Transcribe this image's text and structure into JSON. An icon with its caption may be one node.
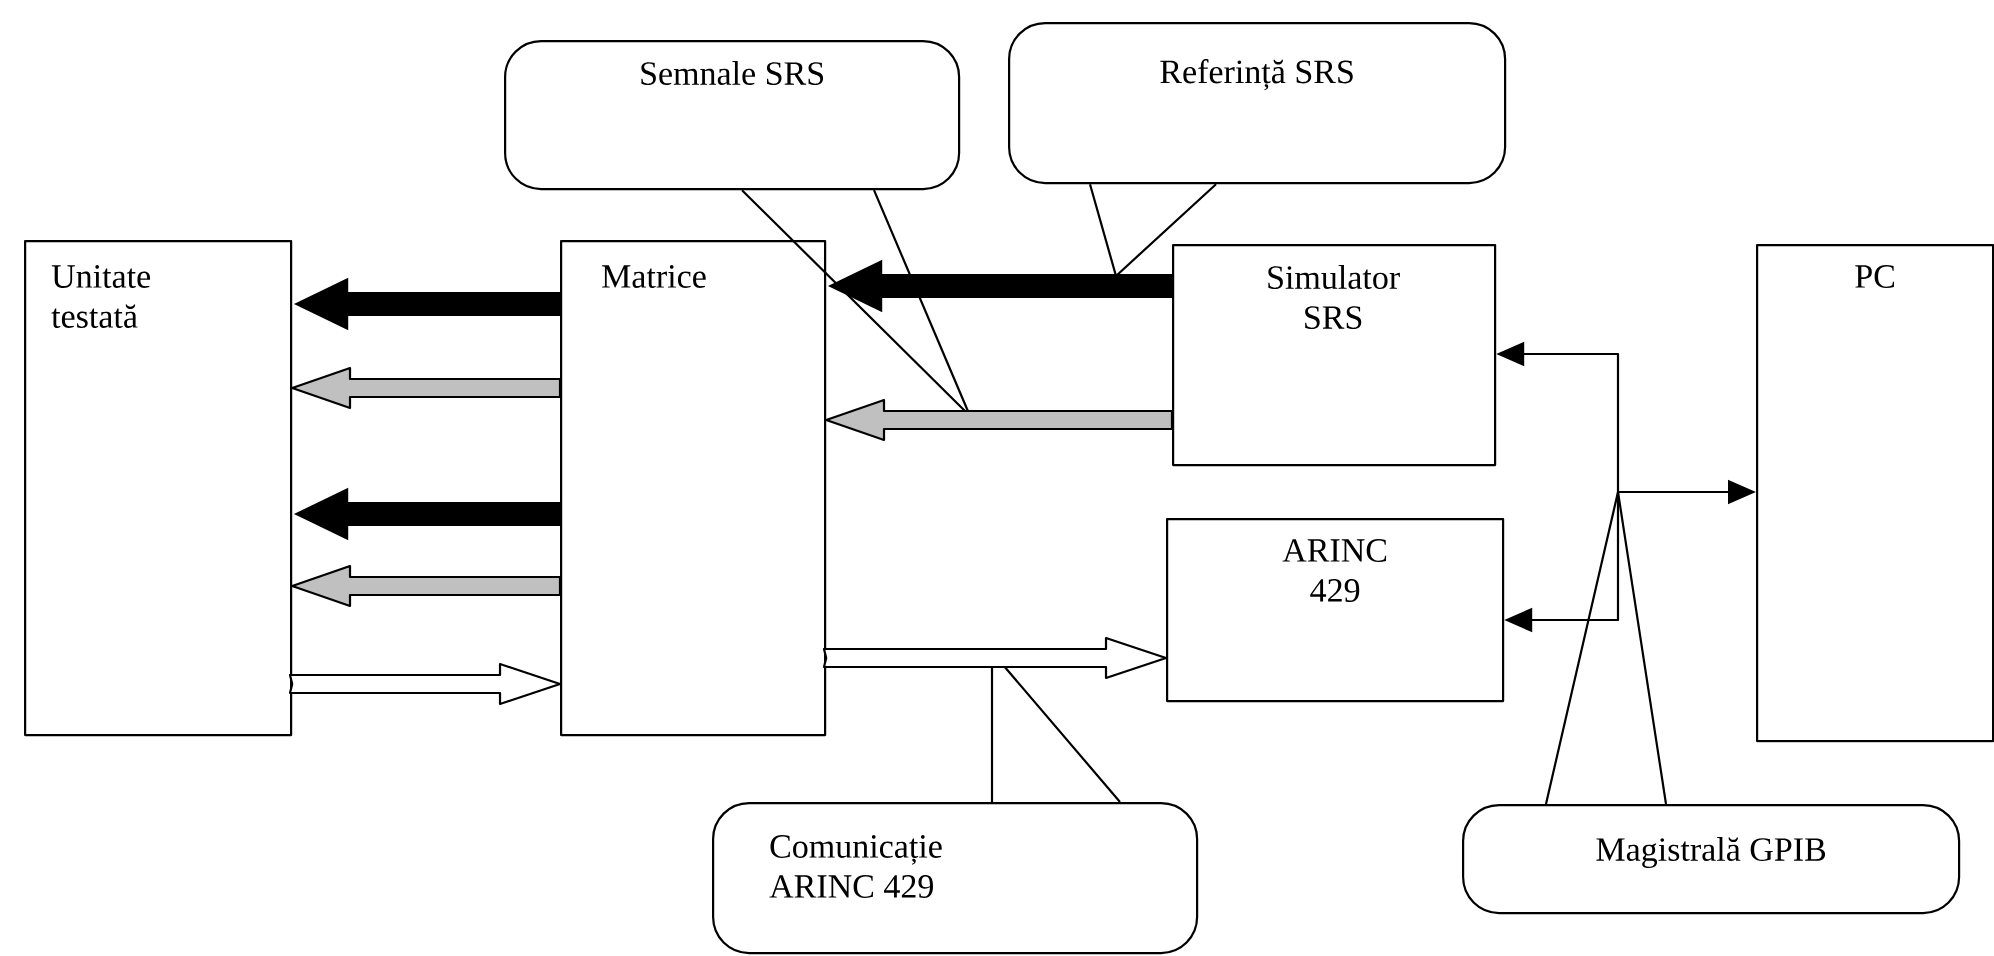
{
  "diagram": {
    "nodes": [
      {
        "text": [
          "Unitate testată"
        ]
      },
      {
        "text": [
          "Matrice"
        ]
      },
      {
        "text": [
          "Simulator SRS"
        ]
      },
      {
        "text": [
          "ARINC 429"
        ]
      },
      {
        "text": [
          "PC"
        ]
      },
      {
        "text": [
          "Semnale SRS"
        ]
      },
      {
        "text": [
          "Referință SRS"
        ]
      },
      {
        "text": [
          "Comunicație ARINC 429"
        ]
      },
      {
        "text": [
          "Magistrală GPIB"
        ]
      }
    ],
    "edges": [
      {
        "from": 1,
        "to": 0,
        "arrow": "to",
        "style": "thick"
      },
      {
        "from": 1,
        "to": 0,
        "arrow": "to",
        "color": "#c0c0c0"
      },
      {
        "from": 1,
        "to": 0,
        "arrow": "to",
        "style": "thick"
      },
      {
        "from": 1,
        "to": 0,
        "arrow": "to",
        "color": "#c0c0c0"
      },
      {
        "from": 0,
        "to": 1,
        "arrow": "to"
      },
      {
        "from": 2,
        "to": 1,
        "arrow": "to",
        "style": "thick"
      },
      {
        "from": 2,
        "to": 1,
        "arrow": "to",
        "color": "#c0c0c0"
      },
      {
        "from": 1,
        "to": 3,
        "arrow": "to"
      },
      {
        "from": null,
        "to": 2,
        "arrow": "to"
      },
      {
        "from": null,
        "to": 4,
        "arrow": "to"
      },
      {
        "from": null,
        "to": 3,
        "arrow": "to"
      },
      {
        "from": 5,
        "to": null,
        "arrow": "none"
      },
      {
        "from": 6,
        "to": null,
        "arrow": "none"
      },
      {
        "from": 7,
        "to": null,
        "arrow": "none"
      },
      {
        "from": 8,
        "to": null,
        "arrow": "none"
      }
    ]
  }
}
